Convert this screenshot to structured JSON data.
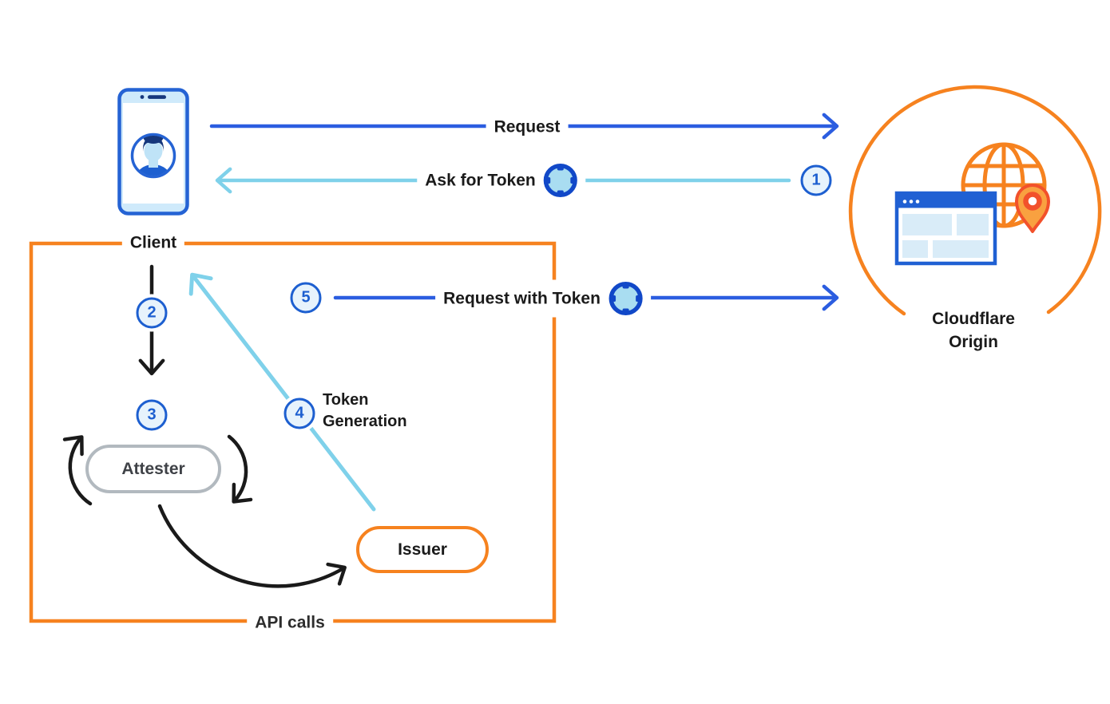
{
  "diagram": {
    "nodes": {
      "client": {
        "label": "Client",
        "icon": "smartphone-user-icon"
      },
      "origin": {
        "label_line1": "Cloudflare",
        "label_line2": "Origin",
        "icons": [
          "globe-icon",
          "browser-window-icon",
          "location-pin-icon"
        ]
      },
      "attester": {
        "label": "Attester"
      },
      "issuer": {
        "label": "Issuer"
      }
    },
    "edges": {
      "request": {
        "label": "Request"
      },
      "ask_for_token": {
        "label": "Ask for Token",
        "icon": "token-icon"
      },
      "request_with_token": {
        "label": "Request with Token",
        "icon": "token-icon"
      },
      "token_generation": {
        "label_line1": "Token",
        "label_line2": "Generation"
      },
      "api_calls": {
        "label": "API calls"
      }
    },
    "steps": [
      "1",
      "2",
      "3",
      "4",
      "5"
    ],
    "colors": {
      "accent_orange": "#F6821F",
      "arrow_dark_blue": "#2B5DE0",
      "arrow_light_blue": "#7FD1EA",
      "badge_blue": "#1D5FD0",
      "badge_fill": "#E7F3FC",
      "black_arrow": "#1A1A1A",
      "attester_gray": "#B2B9BF",
      "phone_fill": "#CFEAFB",
      "token_ring_blue": "#1148C8",
      "token_fill": "#A9DDF1",
      "pin_red_orange": "#F2512B",
      "pin_fill": "#F9A140"
    }
  }
}
